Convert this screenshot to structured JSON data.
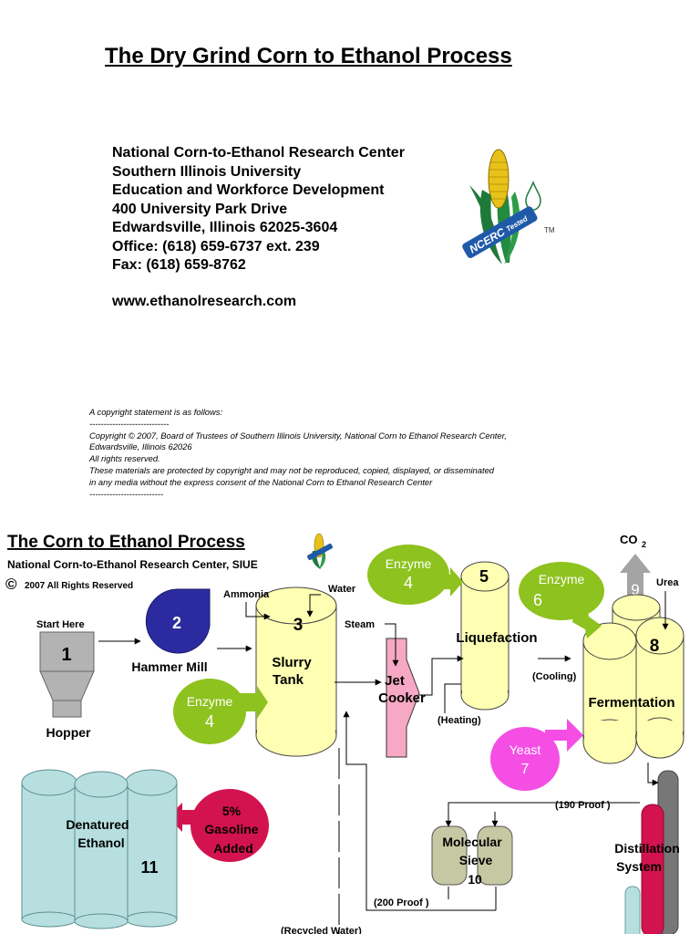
{
  "page_title": "The Dry Grind Corn to Ethanol Process",
  "address_lines": [
    "National Corn-to-Ethanol Research Center",
    "Southern Illinois University",
    "Education and Workforce Development",
    "400 University Park Drive",
    "Edwardsville, Illinois 62025-3604",
    "Office: (618) 659-6737 ext. 239",
    "Fax: (618) 659-8762"
  ],
  "website": "www.ethanolresearch.com",
  "logo": {
    "text": "NCERC",
    "tagline": "Tested",
    "trademark": "TM"
  },
  "copyright_lines": [
    "A copyright statement is as follows:",
    "----------------------------",
    "Copyright © 2007, Board of Trustees of Southern Illinois University, National Corn to Ethanol Research Center,",
    "Edwardsville, Illinois 62026",
    "All rights reserved.",
    "These materials are protected by copyright and may not be reproduced, copied, displayed, or disseminated",
    "in any media without the express consent of the National Corn to Ethanol Research Center",
    "--------------------------"
  ],
  "diagram": {
    "title": "The Corn to Ethanol Process",
    "subtitle": "National Corn-to-Ethanol Research Center, SIUE",
    "copyright_symbol": "©",
    "copyright": "2007 All Rights Reserved",
    "start_here": "Start Here",
    "hopper_number": "1",
    "hopper_label": "Hopper",
    "hammer_mill_number": "2",
    "hammer_mill_label": "Hammer Mill",
    "ammonia": "Ammonia",
    "water": "Water",
    "slurry_number": "3",
    "slurry_label_1": "Slurry",
    "slurry_label_2": "Tank",
    "enzyme_a_label": "Enzyme",
    "enzyme_a_number": "4",
    "steam": "Steam",
    "jet_cooker_1": "Jet",
    "jet_cooker_2": "Cooker",
    "enzyme_b_label": "Enzyme",
    "enzyme_b_number": "4",
    "liquefaction_number": "5",
    "liquefaction_label": "Liquefaction",
    "heating": "(Heating)",
    "cooling": "(Cooling)",
    "enzyme_c_label": "Enzyme",
    "enzyme_c_number": "6",
    "co2_label": "CO",
    "co2_subscript": "2",
    "co2_number": "9",
    "urea": "Urea",
    "fermentation_number": "8",
    "fermentation_label": "Fermentation",
    "yeast_label": "Yeast",
    "yeast_number": "7",
    "proof_190": "(190 Proof )",
    "distillation_1": "Distillation",
    "distillation_2": "System",
    "sieve_1": "Molecular",
    "sieve_2": "Sieve",
    "sieve_number": "10",
    "proof_200": "(200 Proof )",
    "recycled_water": "(Recycled  Water)",
    "gasoline_1": "5%",
    "gasoline_2": "Gasoline",
    "gasoline_3": "Added",
    "denatured_1": "Denatured",
    "denatured_2": "Ethanol",
    "denatured_number": "11"
  },
  "colors": {
    "tank_yellow": "#ffffb3",
    "enzyme_green": "#8ec21e",
    "hammer_mill_blue": "#2b2b9f",
    "yeast_magenta": "#f44ee4",
    "gasoline_crimson": "#d3134f",
    "sieve_olive": "#c5c8a2",
    "jet_cooker_pink": "#f7a8c4",
    "storage_cyan": "#b7dfe0",
    "co2_gray": "#a4a4a4"
  }
}
